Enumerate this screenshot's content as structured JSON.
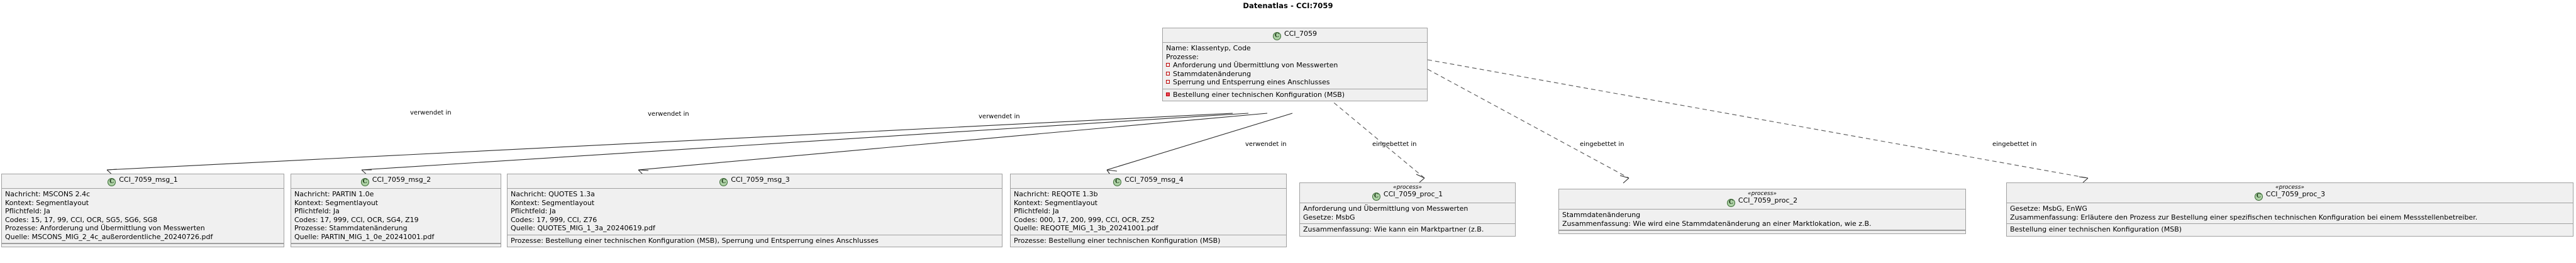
{
  "title": "Datenatlas - CCI:7059",
  "icons": {
    "class_icon": "C"
  },
  "colors": {
    "box_fill": "#f0f0f0",
    "box_border": "#a0a0a0",
    "class_icon_fill": "#adD1a5",
    "bullet_open": "#c00000",
    "bullet_filled": "#e8455a",
    "edge": "#2b2b2b"
  },
  "main_class": {
    "name": "CCI_7059",
    "attributes": [
      "Name: Klassentyp, Code",
      "Prozesse:"
    ],
    "processes": [
      {
        "label": "Anforderung und Übermittlung von Messwerten",
        "marker": "open"
      },
      {
        "label": "Stammdatenänderung",
        "marker": "open"
      },
      {
        "label": "Sperrung und Entsperrung eines Anschlusses",
        "marker": "open"
      }
    ],
    "processes_extra": [
      {
        "label": "Bestellung einer technischen Konfiguration (MSB)",
        "marker": "filled"
      }
    ]
  },
  "edge_labels": [
    {
      "text": "verwendet in"
    },
    {
      "text": "verwendet in"
    },
    {
      "text": "verwendet in"
    },
    {
      "text": "verwendet in"
    },
    {
      "text": "eingebettet in"
    },
    {
      "text": "eingebettet in"
    },
    {
      "text": "eingebettet in"
    }
  ],
  "message_classes": [
    {
      "name": "CCI_7059_msg_1",
      "stereotype": "",
      "lines": [
        "Nachricht: MSCONS 2.4c",
        "Kontext: Segmentlayout",
        "Pflichtfeld: Ja",
        "Codes: 15, 17, 99, CCI, OCR, SG5, SG6, SG8",
        "Prozesse: Anforderung und Übermittlung von Messwerten",
        "Quelle: MSCONS_MIG_2_4c_außerordentliche_20240726.pdf"
      ],
      "footer": ""
    },
    {
      "name": "CCI_7059_msg_2",
      "stereotype": "",
      "lines": [
        "Nachricht: PARTIN 1.0e",
        "Kontext: Segmentlayout",
        "Pflichtfeld: Ja",
        "Codes: 17, 999, CCI, OCR, SG4, Z19",
        "Prozesse: Stammdatenänderung",
        "Quelle: PARTIN_MIG_1_0e_20241001.pdf"
      ],
      "footer": ""
    },
    {
      "name": "CCI_7059_msg_3",
      "stereotype": "",
      "lines": [
        "Nachricht: QUOTES 1.3a",
        "Kontext: Segmentlayout",
        "Pflichtfeld: Ja",
        "Codes: 17, 999, CCI, Z76",
        "Quelle: QUOTES_MIG_1_3a_20240619.pdf"
      ],
      "footer": "Prozesse: Bestellung einer technischen Konfiguration (MSB), Sperrung und Entsperrung eines Anschlusses"
    },
    {
      "name": "CCI_7059_msg_4",
      "stereotype": "",
      "lines": [
        "Nachricht: REQOTE 1.3b",
        "Kontext: Segmentlayout",
        "Pflichtfeld: Ja",
        "Codes: 000, 17, 200, 999, CCI, OCR, Z52",
        "Quelle: REQOTE_MIG_1_3b_20241001.pdf"
      ],
      "footer": "Prozesse: Bestellung einer technischen Konfiguration (MSB)"
    }
  ],
  "process_classes": [
    {
      "name": "CCI_7059_proc_1",
      "stereotype": "«process»",
      "lines": [
        "Anforderung und Übermittlung von Messwerten",
        "Gesetze: MsbG"
      ],
      "footer": "Zusammenfassung: Wie kann ein Marktpartner (z.B."
    },
    {
      "name": "CCI_7059_proc_2",
      "stereotype": "«process»",
      "lines": [
        "Stammdatenänderung",
        "Zusammenfassung: Wie wird eine Stammdatenänderung an einer Marktlokation, wie z.B."
      ],
      "footer": ""
    },
    {
      "name": "CCI_7059_proc_3",
      "stereotype": "«process»",
      "lines": [
        "Gesetze: MsbG, EnWG",
        "Zusammenfassung: Erläutere den Prozess zur Bestellung einer spezifischen technischen Konfiguration bei einem Messstellenbetreiber."
      ],
      "footer": "Bestellung einer technischen Konfiguration (MSB)"
    }
  ]
}
